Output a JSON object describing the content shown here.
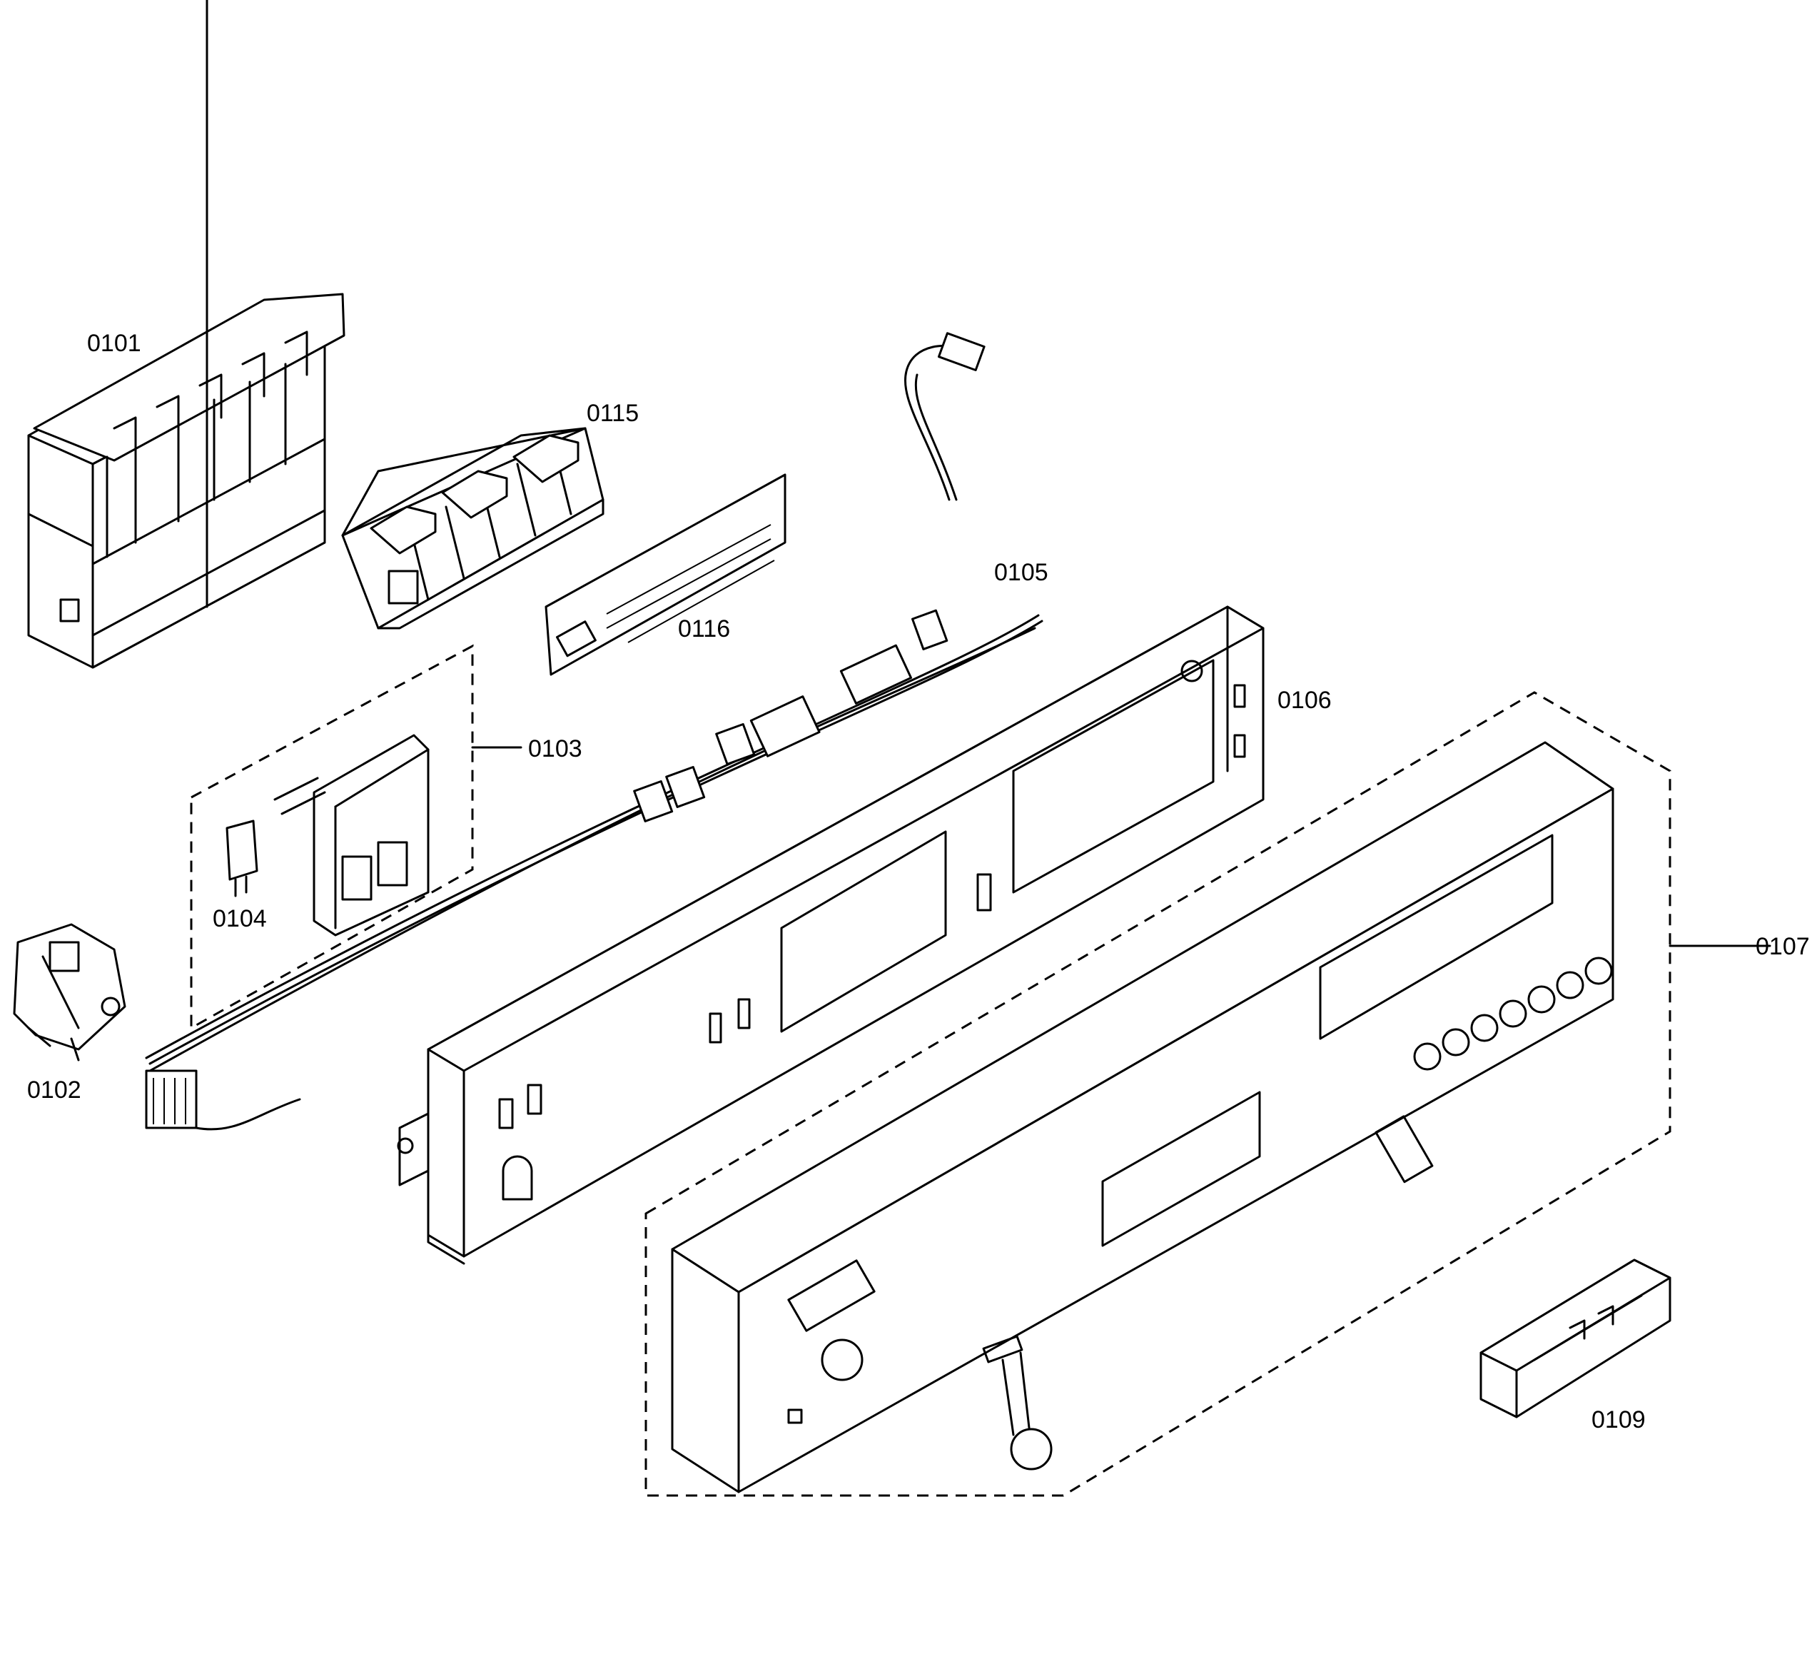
{
  "labels": {
    "p0101": "0101",
    "p0115": "0115",
    "p0105": "0105",
    "p0116": "0116",
    "p0106": "0106",
    "p0103": "0103",
    "p0104": "0104",
    "p0102": "0102",
    "p0107": "0107",
    "p0109": "0109"
  }
}
